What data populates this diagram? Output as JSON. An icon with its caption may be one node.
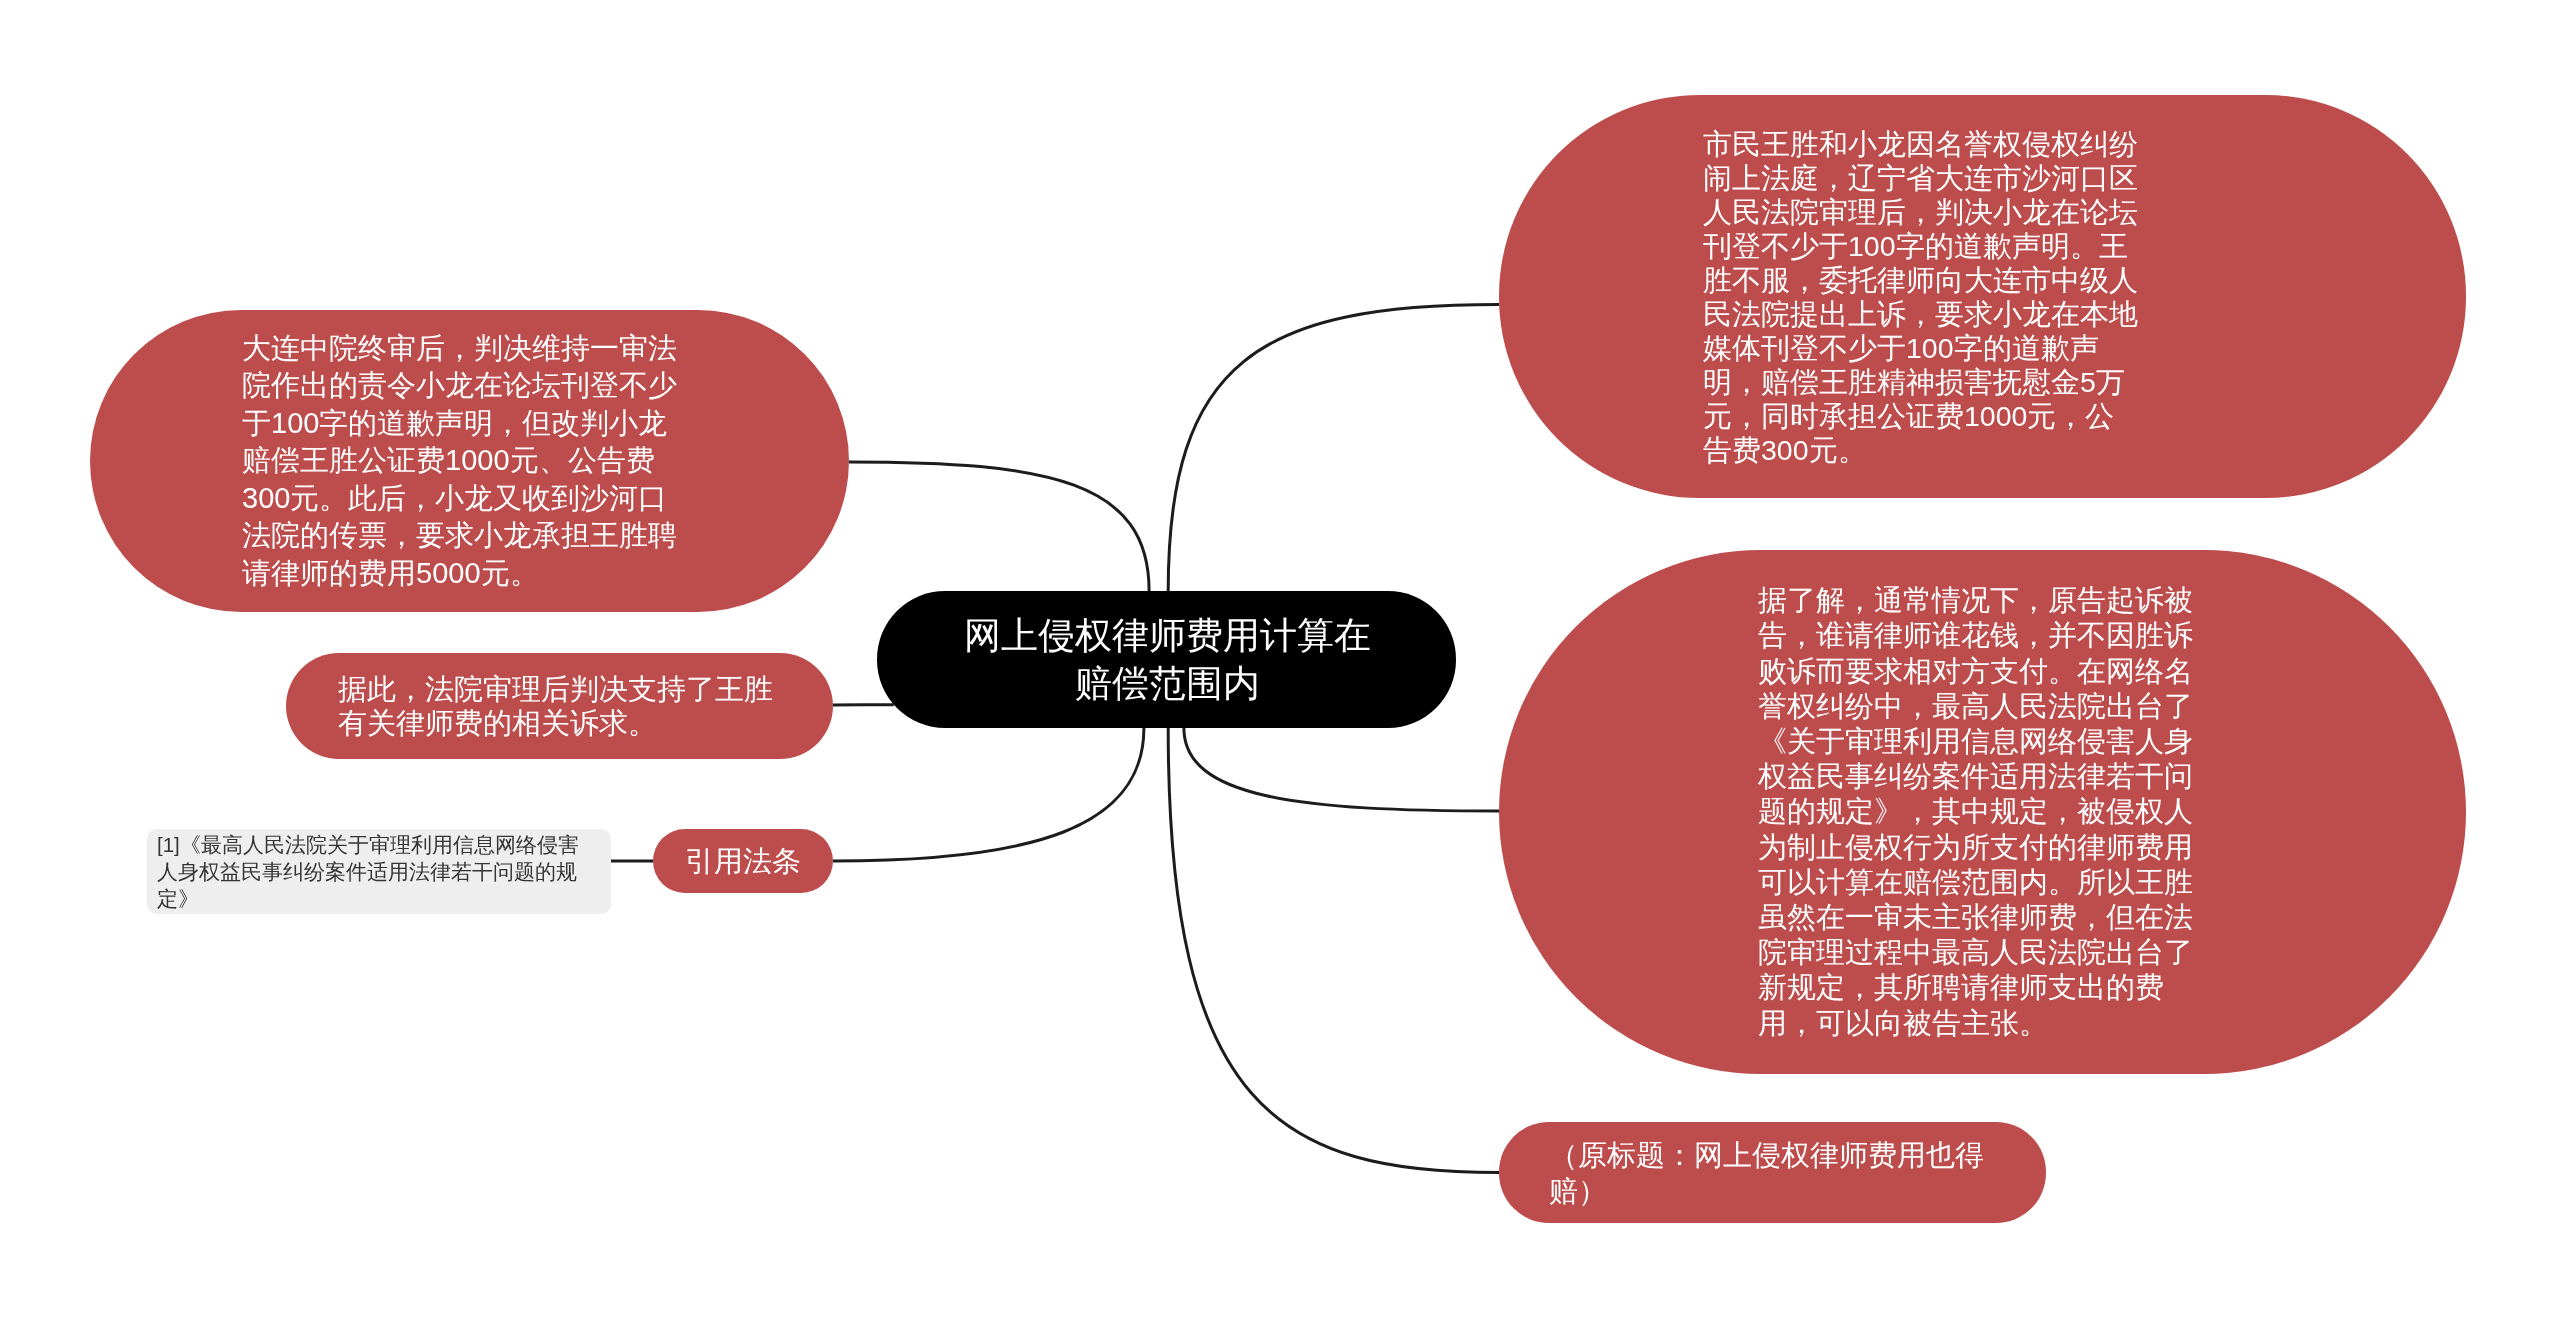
{
  "diagram": {
    "nodes": [
      {
        "text": [
          "网上侵权律师费用计算在赔偿范围内"
        ]
      },
      {
        "text": [
          "市民王胜和小龙因名誉权侵权纠纷闹上法庭，辽宁省大连市沙河口区人民法院审理后，判决小龙在论坛刊登不少于100字的道歉声明。王胜不服，委托律师向大连市中级人民法院提出上诉，要求小龙在本地媒体刊登不少于100字的道歉声明，赔偿王胜精神损害抚慰金5万元，同时承担公证费1000元，公告费300元。"
        ]
      },
      {
        "text": [
          "据了解，通常情况下，原告起诉被告，谁请律师谁花钱，并不因胜诉败诉而要求相对方支付。在网络名誉权纠纷中，最高人民法院出台了《关于审理利用信息网络侵害人身权益民事纠纷案件适用法律若干问题的规定》，其中规定，被侵权人为制止侵权行为所支付的律师费用可以计算在赔偿范围内。所以王胜虽然在一审未主张律师费，但在法院审理过程中最高人民法院出台了新规定，其所聘请律师支出的费用，可以向被告主张。"
        ]
      },
      {
        "text": [
          "（原标题：网上侵权律师费用也得赔）"
        ]
      },
      {
        "text": [
          "大连中院终审后，判决维持一审法院作出的责令小龙在论坛刊登不少于100字的道歉声明，但改判小龙赔偿王胜公证费1000元、公告费300元。此后，小龙又收到沙河口法院的传票，要求小龙承担王胜聘请律师的费用5000元。"
        ]
      },
      {
        "text": [
          "据此，法院审理后判决支持了王胜有关律师费的相关诉求。"
        ]
      },
      {
        "text": [
          "引用法条"
        ]
      },
      {
        "text": [
          "[1]《最高人民法院关于审理利用信息网络侵害人身权益民事纠纷案件适用法律若干问题的规定》"
        ]
      }
    ],
    "edges": [
      {
        "from": 0,
        "to": 1,
        "arrow": "none"
      },
      {
        "from": 0,
        "to": 2,
        "arrow": "none"
      },
      {
        "from": 0,
        "to": 3,
        "arrow": "none"
      },
      {
        "from": 0,
        "to": 4,
        "arrow": "none"
      },
      {
        "from": 0,
        "to": 5,
        "arrow": "none"
      },
      {
        "from": 0,
        "to": 6,
        "arrow": "none"
      },
      {
        "from": 6,
        "to": 7,
        "arrow": "none"
      }
    ]
  }
}
